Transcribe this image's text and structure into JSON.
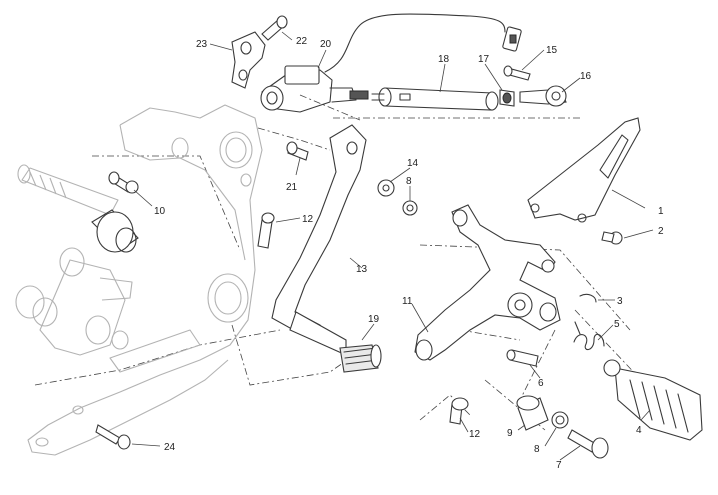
{
  "callouts": {
    "c1": "1",
    "c2": "2",
    "c3": "3",
    "c4": "4",
    "c5": "5",
    "c6": "6",
    "c7": "7",
    "c8a": "8",
    "c8b": "8",
    "c9": "9",
    "c10": "10",
    "c11": "11",
    "c12a": "12",
    "c12b": "12",
    "c13": "13",
    "c14": "14",
    "c15": "15",
    "c16": "16",
    "c17": "17",
    "c18": "18",
    "c19": "19",
    "c20": "20",
    "c21": "21",
    "c22": "22",
    "c23": "23",
    "c24": "24"
  }
}
